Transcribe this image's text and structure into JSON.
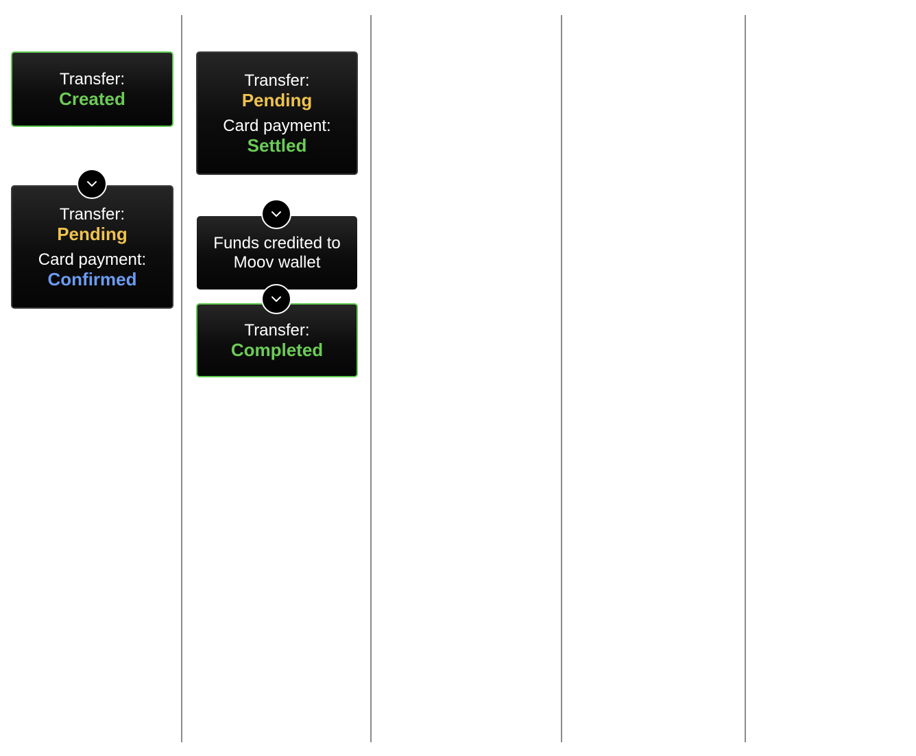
{
  "colors": {
    "created": "#6ccc56",
    "pending": "#f0c34e",
    "confirmed": "#6b9cf2",
    "settled": "#6ccc56",
    "completed": "#6ccc56",
    "card_outline": "#5cc94c"
  },
  "columns": [
    {
      "cards": [
        {
          "label": "Transfer:",
          "status": "Created"
        },
        {
          "label": "Transfer:",
          "status": "Pending",
          "label2": "Card payment:",
          "status2": "Confirmed"
        }
      ]
    },
    {
      "cards": [
        {
          "label": "Transfer:",
          "status": "Pending",
          "label2": "Card payment:",
          "status2": "Settled"
        },
        {
          "line1": "Funds credited to",
          "line2": "Moov wallet"
        },
        {
          "label": "Transfer:",
          "status": "Completed"
        }
      ]
    }
  ],
  "connector_icon": "chevron-down-icon"
}
